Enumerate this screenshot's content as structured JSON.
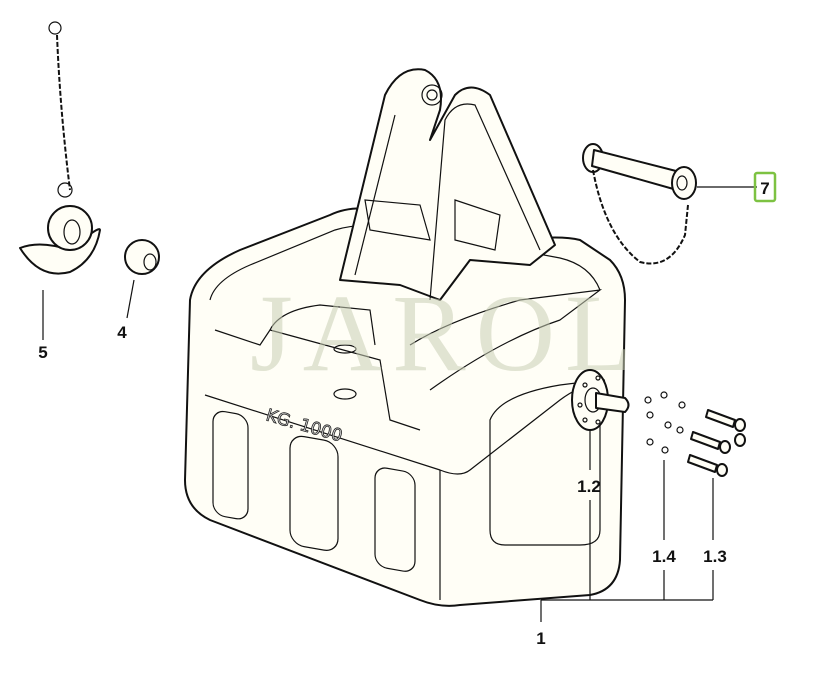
{
  "diagram": {
    "watermark": "JAROL",
    "embossed_text": "KG. 1000",
    "callouts": [
      {
        "id": "1",
        "label": "1"
      },
      {
        "id": "1.2",
        "label": "1.2"
      },
      {
        "id": "1.3",
        "label": "1.3"
      },
      {
        "id": "1.4",
        "label": "1.4"
      },
      {
        "id": "4",
        "label": "4"
      },
      {
        "id": "5",
        "label": "5"
      },
      {
        "id": "7",
        "label": "7",
        "highlighted": true
      }
    ],
    "highlight_color": "#7dc242"
  }
}
